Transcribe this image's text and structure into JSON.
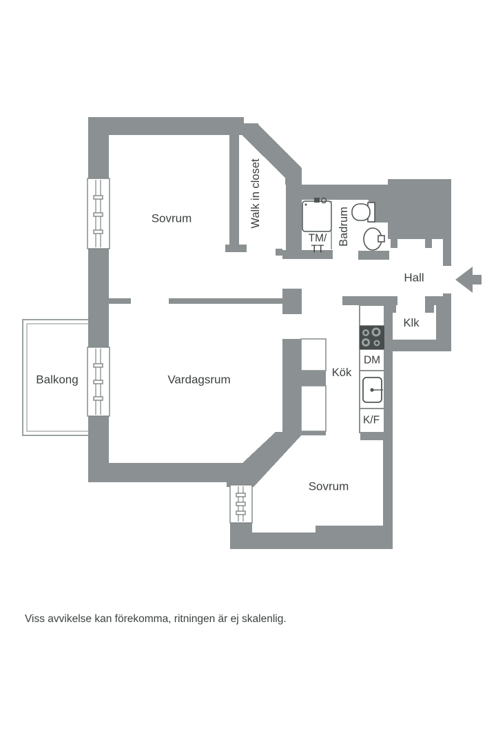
{
  "floorplan": {
    "rooms": {
      "bedroom_top": "Sovrum",
      "walk_in_closet": "Walk in closet",
      "bathroom": "Badrum",
      "hall": "Hall",
      "closet": "Klk",
      "kitchen": "Kök",
      "living_room": "Vardagsrum",
      "balcony": "Balkong",
      "bedroom_bottom": "Sovrum"
    },
    "appliance_labels": {
      "washer_dryer_line1": "TM/",
      "washer_dryer_line2": "TT",
      "dishwasher": "DM",
      "fridge_freezer": "K/F"
    },
    "icons": {
      "entry-arrow-icon": "left-pointing entry arrow",
      "toilet-icon": "toilet seen from above",
      "bathroom-sink-icon": "oval washbasin",
      "washing-machine-icon": "washer/dryer square",
      "stove-icon": "4-burner cooktop",
      "kitchen-sink-icon": "kitchen sink square",
      "window-symbol": "double-line window in wall"
    },
    "colors": {
      "wall": "#8B9192",
      "fixture_outline": "#4F5555",
      "stove_dark": "#474C4C",
      "burner_gray": "#9AA1A1",
      "text": "#3A3F3F",
      "balcony_outline": "#9AA1A1"
    },
    "disclaimer": "Viss avvikelse kan förekomma, ritningen är ej skalenlig."
  }
}
